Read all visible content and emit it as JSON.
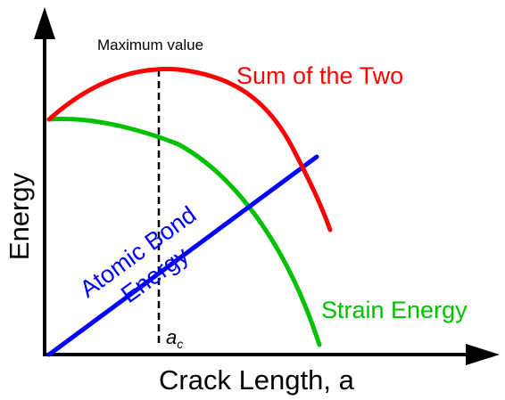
{
  "chart_data": {
    "type": "line",
    "xlabel": "Crack Length, a",
    "ylabel": "Energy",
    "annotations": {
      "max_label": "Maximum value",
      "ac_label": "a",
      "ac_sub": "c"
    },
    "series": [
      {
        "name": "Sum of the Two",
        "color": "#ff0000",
        "line": "M55,134 C110,85 160,75 200,78 C260,85 300,110 330,170 C348,205 360,230 370,258"
      },
      {
        "name": "Strain Energy",
        "color": "#00c000",
        "line": "M55,134 C110,130 170,150 200,162 C260,195 320,270 358,387"
      },
      {
        "name": "Atomic Bond Energy",
        "label_lines": [
          "Atomic Bond",
          "Energy"
        ],
        "color": "#0000ff",
        "line": "M55,398 L355,176"
      }
    ],
    "grid": false,
    "legend": "none"
  }
}
